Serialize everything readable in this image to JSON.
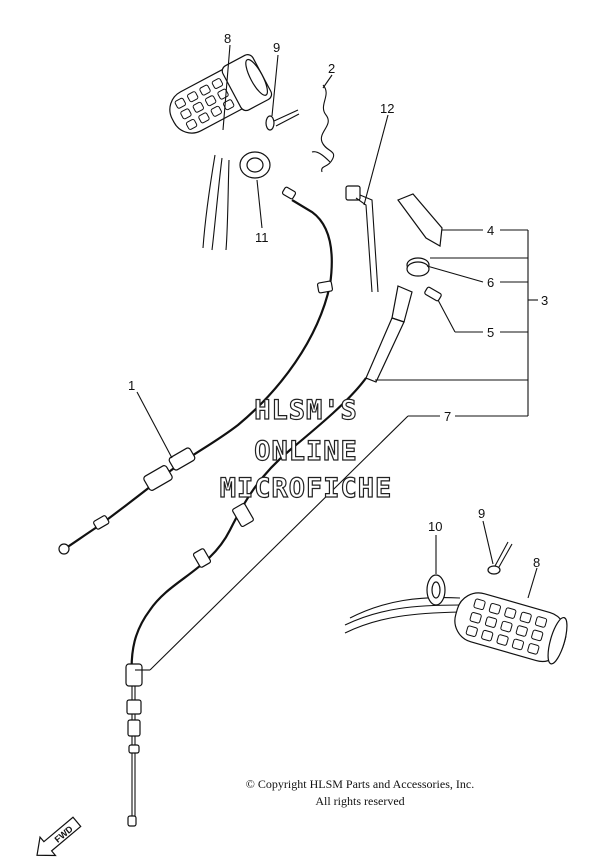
{
  "callouts": {
    "grip_left_8": "8",
    "bolt_left_9": "9",
    "spring_2": "2",
    "tie_12": "12",
    "collar_11": "11",
    "lever_4": "4",
    "nut_6": "6",
    "pin_5": "5",
    "assembly_3": "3",
    "cable_7": "7",
    "cable_1": "1",
    "washer_10": "10",
    "bolt_right_9": "9",
    "grip_right_8": "8"
  },
  "watermark": {
    "line1": "HLSM'S",
    "line2": "ONLINE",
    "line3": "MICROFICHE"
  },
  "copyright": {
    "line1": "© Copyright HLSM Parts and Accessories, Inc.",
    "line2": "All rights reserved"
  },
  "fwd_label": "FWD"
}
